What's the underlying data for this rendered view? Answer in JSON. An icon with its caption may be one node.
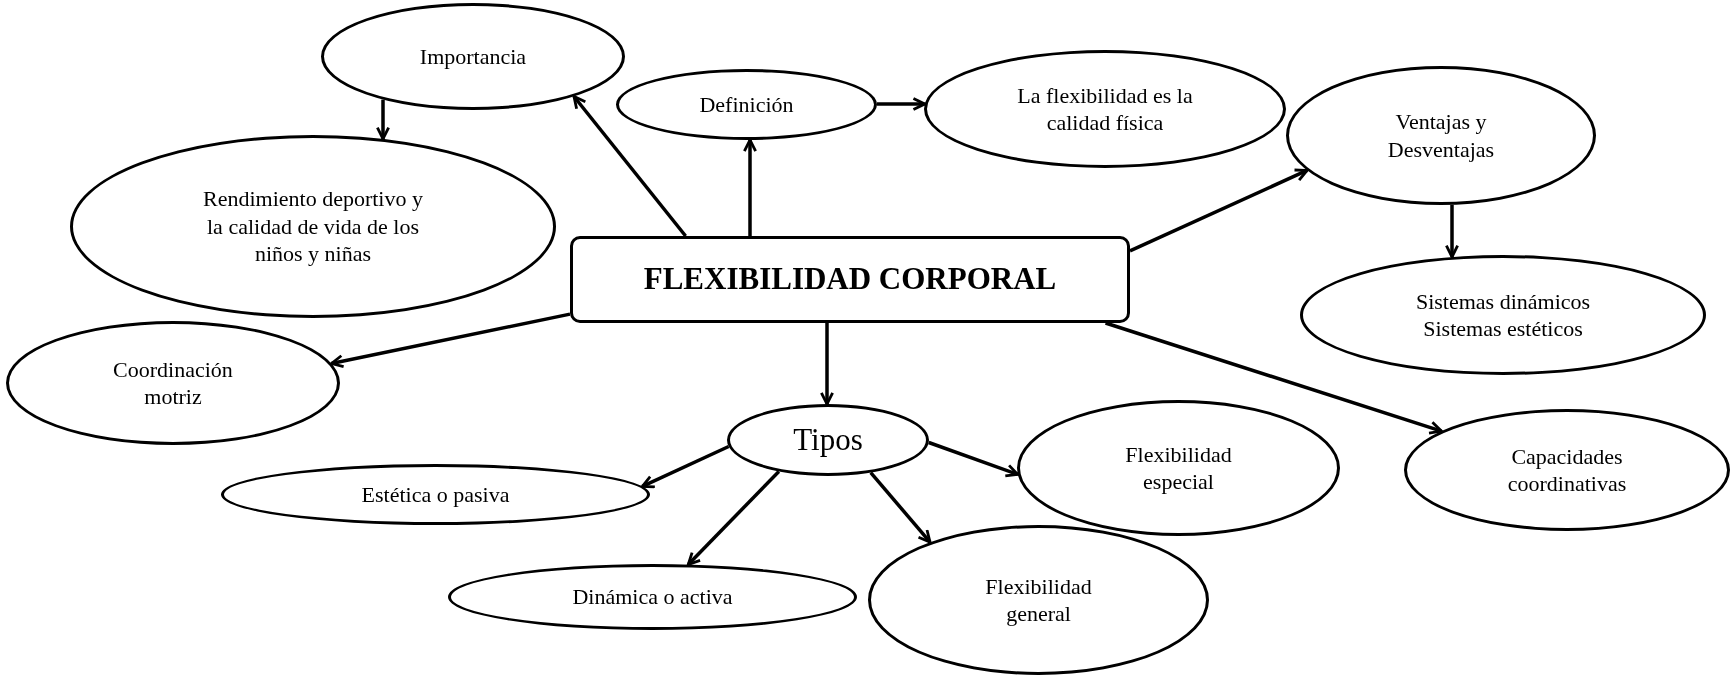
{
  "diagram": {
    "nodes": [
      {
        "text": [
          "FLEXIBILIDAD CORPORAL"
        ]
      },
      {
        "text": [
          "Importancia"
        ]
      },
      {
        "text": [
          "Rendimiento deportivo y la calidad de vida de los niños y niñas"
        ]
      },
      {
        "text": [
          "Definición"
        ]
      },
      {
        "text": [
          "La flexibilidad es la calidad física"
        ]
      },
      {
        "text": [
          "Ventajas y Desventajas"
        ]
      },
      {
        "text": [
          "Sistemas dinámicos Sistemas estéticos"
        ]
      },
      {
        "text": [
          "Coordinación motriz"
        ]
      },
      {
        "text": [
          "Tipos"
        ]
      },
      {
        "text": [
          "Estética o pasiva"
        ]
      },
      {
        "text": [
          "Flexibilidad especial"
        ]
      },
      {
        "text": [
          "Capacidades coordinativas"
        ]
      },
      {
        "text": [
          "Dinámica o activa"
        ]
      },
      {
        "text": [
          "Flexibilidad general"
        ]
      }
    ],
    "edges": [
      {
        "from": 0,
        "to": 1,
        "arrow": "to"
      },
      {
        "from": 1,
        "to": 2,
        "arrow": "to"
      },
      {
        "from": 0,
        "to": 3,
        "arrow": "to"
      },
      {
        "from": 3,
        "to": 4,
        "arrow": "to"
      },
      {
        "from": 0,
        "to": 5,
        "arrow": "to"
      },
      {
        "from": 5,
        "to": 6,
        "arrow": "to"
      },
      {
        "from": 0,
        "to": 7,
        "arrow": "to"
      },
      {
        "from": 0,
        "to": 8,
        "arrow": "to"
      },
      {
        "from": 0,
        "to": 11,
        "arrow": "to"
      },
      {
        "from": 8,
        "to": 9,
        "arrow": "to"
      },
      {
        "from": 8,
        "to": 10,
        "arrow": "to"
      },
      {
        "from": 8,
        "to": 12,
        "arrow": "to"
      },
      {
        "from": 8,
        "to": 13,
        "arrow": "to"
      }
    ]
  }
}
